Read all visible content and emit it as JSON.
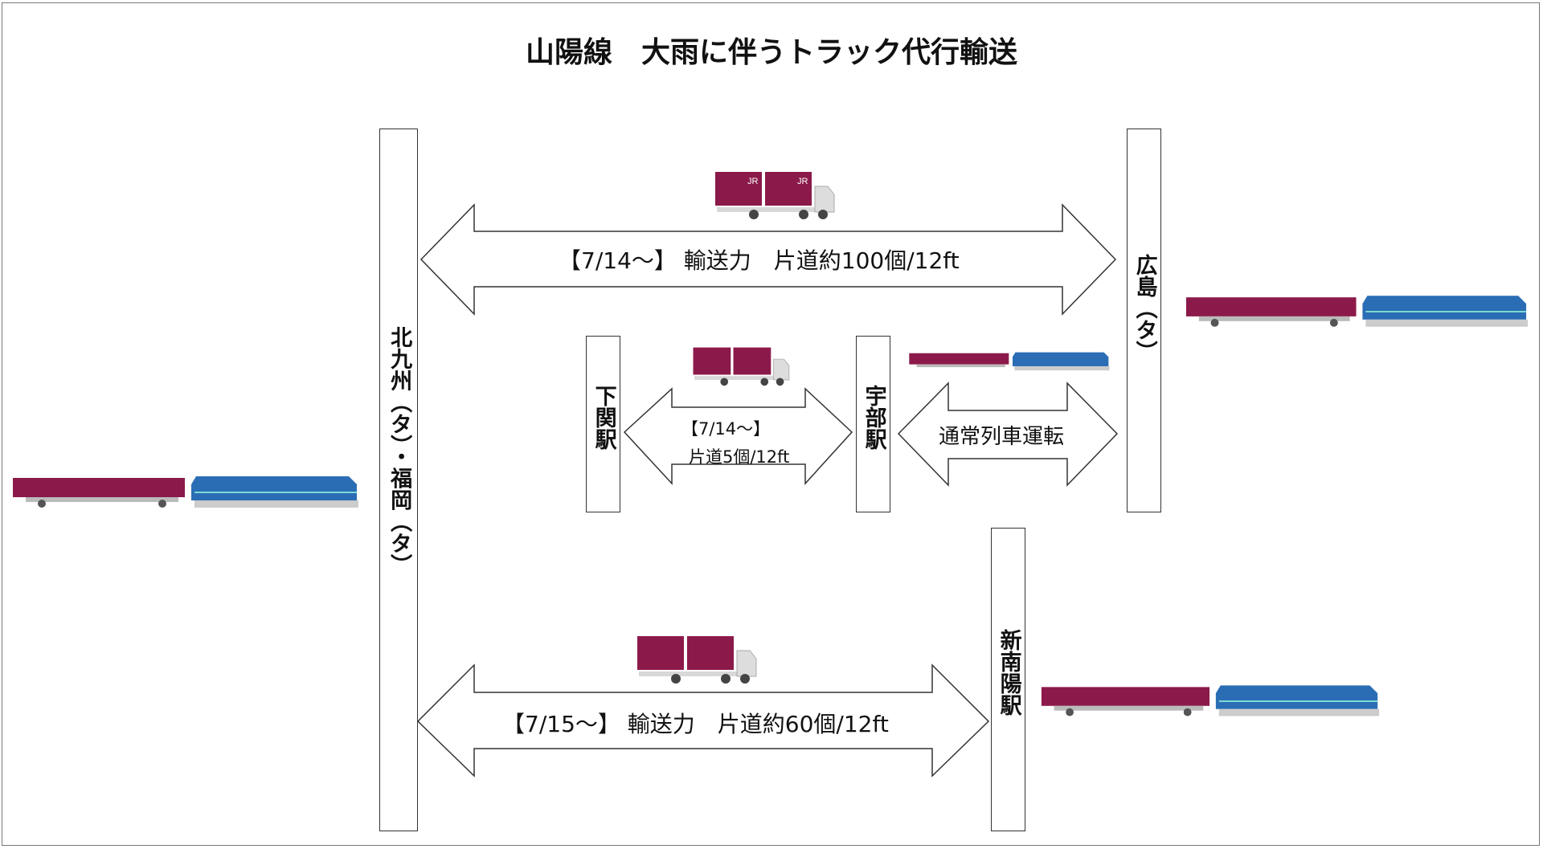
{
  "title": "山陽線　大雨に伴うトラック代行輸送",
  "stations": {
    "kitakyushu": "北九州（タ）・福岡（タ）",
    "hiroshima": "広島（タ）",
    "shimonoseki": "下関駅",
    "ube": "宇部駅",
    "shinnanyo": "新南陽駅"
  },
  "routes": {
    "top": "【7/14～】 輸送力　片道約100個/12ft",
    "middle_date": "【7/14～】",
    "middle_capacity": "片道5個/12ft",
    "ube_hiroshima": "通常列車運転",
    "bottom": "【7/15～】 輸送力　片道約60個/12ft"
  },
  "colors": {
    "container": "#8b1a4a",
    "locomotive": "#2a6db5"
  },
  "icons": [
    "truck-icon",
    "freight-train-icon"
  ]
}
